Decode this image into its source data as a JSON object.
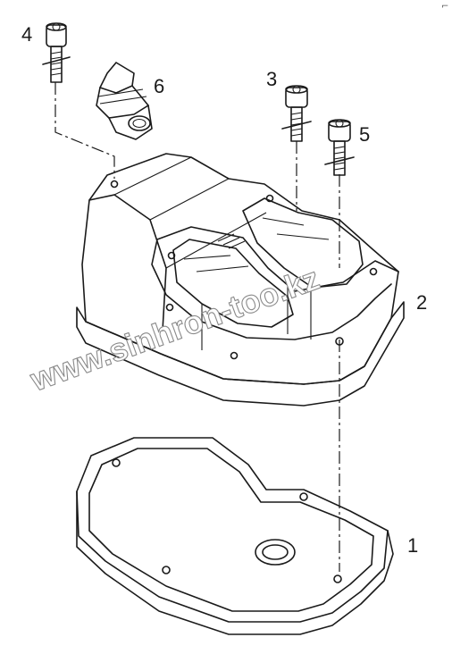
{
  "diagram": {
    "callouts": [
      {
        "id": "1",
        "text": "1"
      },
      {
        "id": "2",
        "text": "2"
      },
      {
        "id": "3",
        "text": "3"
      },
      {
        "id": "4",
        "text": "4"
      },
      {
        "id": "5",
        "text": "5"
      },
      {
        "id": "6",
        "text": "6"
      }
    ],
    "watermark": "www.sinhron-too.kz",
    "corner_mark": "⌐"
  }
}
